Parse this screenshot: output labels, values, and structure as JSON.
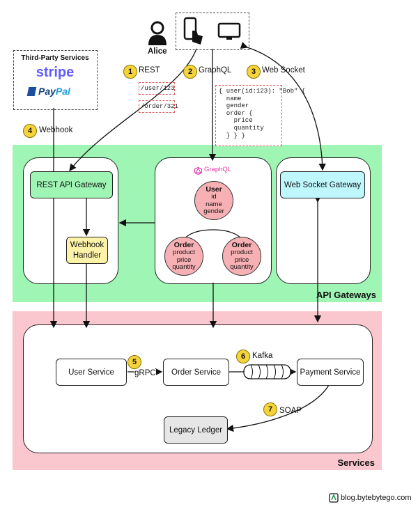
{
  "actor": {
    "name": "Alice"
  },
  "third_party": {
    "title": "Third-Party Services",
    "stripe": "stripe",
    "paypal_pay": "Pay",
    "paypal_pal": "Pal"
  },
  "steps": [
    {
      "n": "1",
      "label": "REST"
    },
    {
      "n": "2",
      "label": "GraphQL"
    },
    {
      "n": "3",
      "label": "Web Socket"
    },
    {
      "n": "4",
      "label": "Webhook"
    },
    {
      "n": "5",
      "label": "gRPC"
    },
    {
      "n": "6",
      "label": "Kafka"
    },
    {
      "n": "7",
      "label": "SOAP"
    }
  ],
  "rest_paths": [
    "/user/123",
    "/order/321"
  ],
  "graphql_query": [
    "{ user(id:123): \"Bob\" {",
    "  name",
    "  gender",
    "  order {",
    "    price",
    "    quantity",
    "  } } }"
  ],
  "gateways": {
    "rest": "REST API Gateway",
    "webhook_line1": "Webhook",
    "webhook_line2": "Handler",
    "graphql_logo": "GraphQL",
    "websocket": "Web Socket Gateway",
    "zone_label": "API Gateways"
  },
  "graph": {
    "user": {
      "title": "User",
      "fields": [
        "id",
        "name",
        "gender"
      ]
    },
    "order_left": {
      "title": "Order",
      "fields": [
        "product",
        "price",
        "quantity"
      ]
    },
    "order_right": {
      "title": "Order",
      "fields": [
        "product",
        "price",
        "quantity"
      ]
    }
  },
  "services": {
    "user": "User Service",
    "order": "Order Service",
    "payment": "Payment Service",
    "ledger": "Legacy Ledger",
    "zone_label": "Services"
  },
  "footer": {
    "credit": "blog.bytebytego.com"
  }
}
